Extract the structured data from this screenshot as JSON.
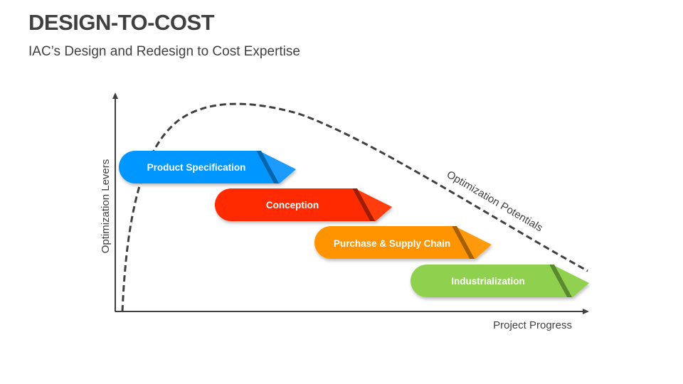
{
  "header": {
    "title": "DESIGN-TO-COST",
    "subtitle": "IAC’s Design and Redesign to Cost Expertise"
  },
  "axes": {
    "y_label": "Optimization Levers",
    "x_label": "Project Progress"
  },
  "curve": {
    "label": "Optimization Potentials",
    "style": "dashed",
    "color": "#404040"
  },
  "stages": [
    {
      "label": "Product Specification",
      "color": "#0096FF",
      "dark": "#0066B0",
      "head": "#1A9BFF"
    },
    {
      "label": "Conception",
      "color": "#FF2A00",
      "dark": "#A01A00",
      "head": "#FF3D10"
    },
    {
      "label": "Purchase & Supply Chain",
      "color": "#FF9300",
      "dark": "#A85F00",
      "head": "#FF9A10"
    },
    {
      "label": "Industrialization",
      "color": "#8FD14F",
      "dark": "#5A8A2E",
      "head": "#92D050"
    }
  ]
}
